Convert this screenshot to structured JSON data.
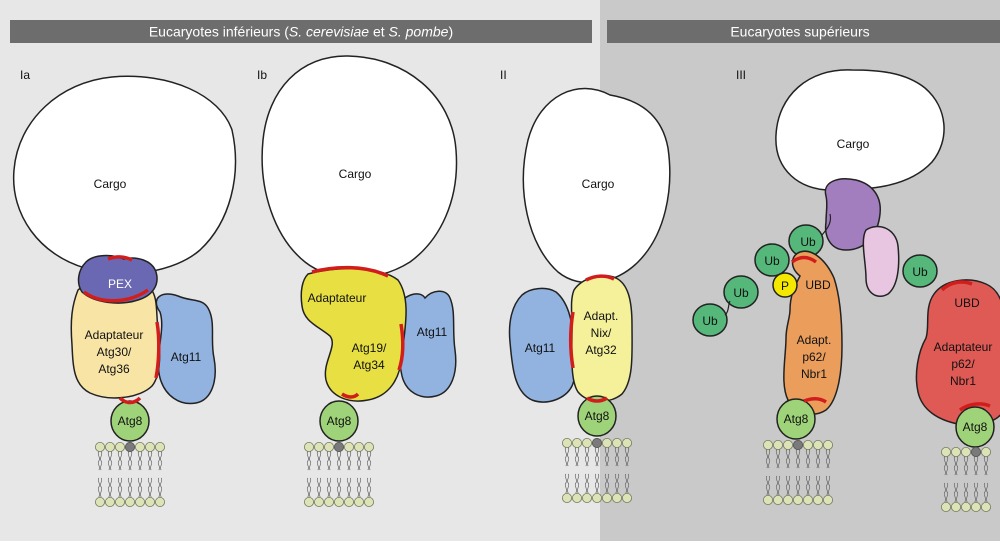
{
  "header_left": {
    "prefix": "Eucaryotes inférieurs (",
    "species1": "S. cerevisiae",
    "middle": " et ",
    "species2": "S. pombe",
    "suffix": ")"
  },
  "header_right": {
    "title": "Eucaryotes supérieurs"
  },
  "panels": {
    "ia": {
      "label": "Ia",
      "cargo": "Cargo",
      "pex": "PEX",
      "adapter_lines": [
        "Adaptateur",
        "Atg30/",
        "Atg36"
      ],
      "atg11": "Atg11",
      "atg8": "Atg8"
    },
    "ib": {
      "label": "Ib",
      "cargo": "Cargo",
      "adapter_lines": [
        "Adaptateur",
        "Atg19/",
        "Atg34"
      ],
      "atg11": "Atg11",
      "atg8": "Atg8"
    },
    "ii": {
      "label": "II",
      "cargo": "Cargo",
      "adapter_lines": [
        "Adapt.",
        "Nix/",
        "Atg32"
      ],
      "atg11": "Atg11",
      "atg8": "Atg8"
    },
    "iii": {
      "label": "III",
      "cargo": "Cargo",
      "ub": "Ub",
      "phospho": "P",
      "ubd_left": "UBD",
      "ubd_right": "UBD",
      "adapter_left_lines": [
        "Adapt.",
        "p62/",
        "Nbr1"
      ],
      "adapter_right_lines": [
        "Adaptateur",
        "p62/",
        "Nbr1"
      ],
      "atg8": "Atg8"
    }
  },
  "colors": {
    "bg_left": "#e6e7e6",
    "bg_right": "#c9c9c9",
    "header": "#6d6d6d",
    "pex": "#6b68b3",
    "adapter_pale": "#f8e5a6",
    "adapter_yellow": "#e8e043",
    "adapter_paleyellow": "#f5f09a",
    "adapter_orange": "#eb9e5c",
    "adapter_red": "#e05a55",
    "atg11": "#92b3e0",
    "atg8": "#9fd379",
    "ub": "#55b87a",
    "purple": "#a27ebf",
    "pink": "#e8c6e2",
    "phospho": "#f5e800",
    "contact": "#d21d1d"
  }
}
